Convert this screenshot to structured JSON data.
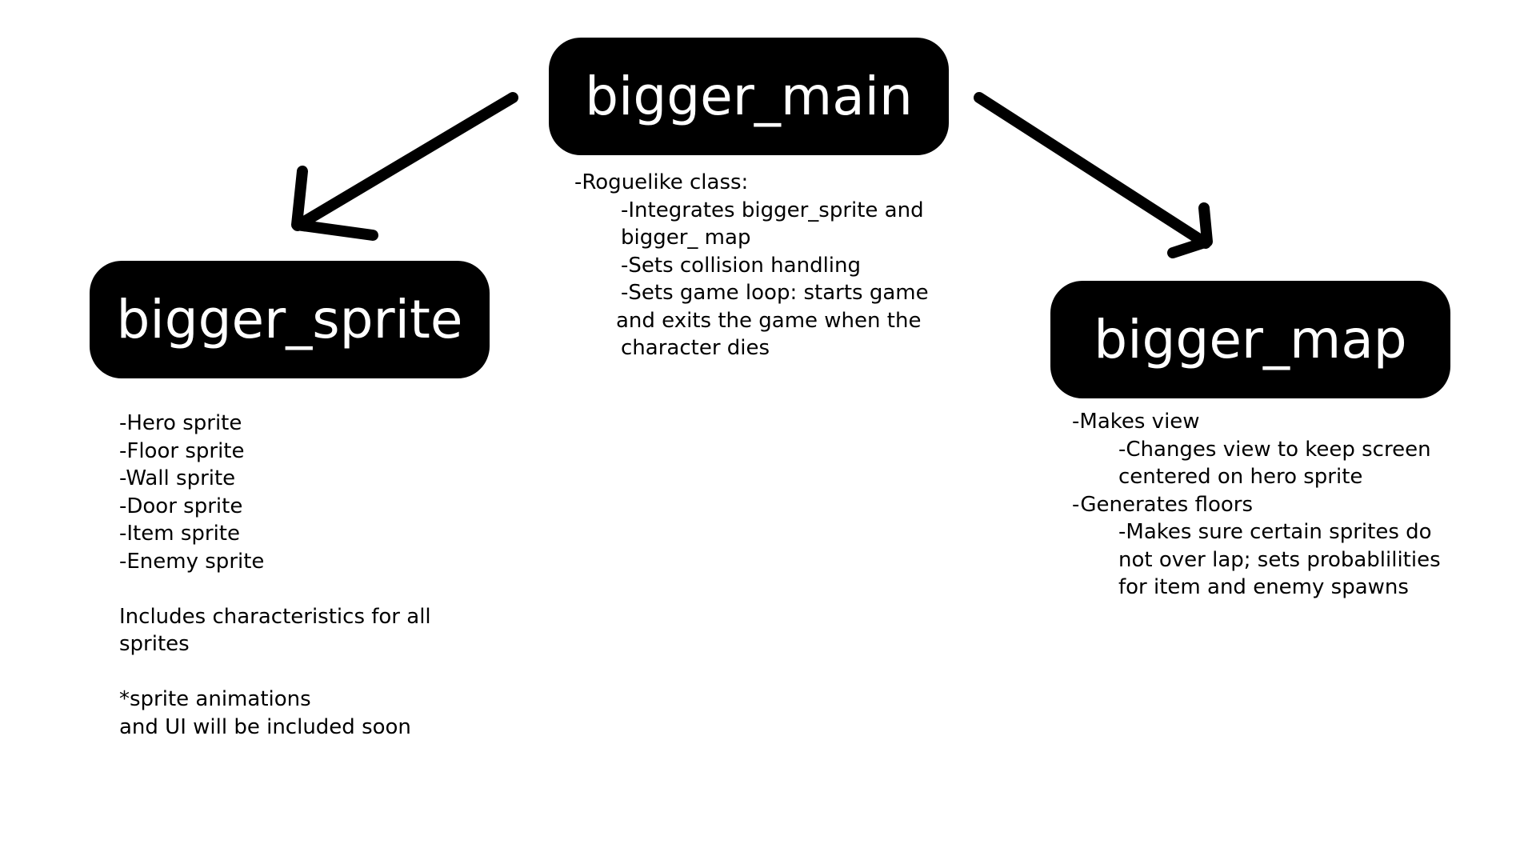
{
  "nodes": {
    "main": {
      "label": "bigger_main"
    },
    "sprite": {
      "label": "bigger_sprite"
    },
    "map": {
      "label": "bigger_map"
    }
  },
  "main_desc": {
    "line1": "-Roguelike class:",
    "line2": "-Integrates bigger_sprite and",
    "line3": "bigger_ map",
    "line4": "-Sets collision handling",
    "line5": "-Sets game loop: starts game",
    "line6": "and exits the game when the",
    "line7": "character dies"
  },
  "sprite_desc": {
    "items": [
      "-Hero sprite",
      "-Floor sprite",
      "-Wall sprite",
      "-Door sprite",
      "-Item sprite",
      "-Enemy sprite"
    ],
    "note1": "Includes characteristics for all",
    "note2": "sprites",
    "note3": "*sprite animations",
    "note4": "and UI will be included soon"
  },
  "map_desc": {
    "line1": "-Makes view",
    "line2": "-Changes view to keep screen",
    "line3": "centered on hero sprite",
    "line4": "-Generates floors",
    "line5": "-Makes sure certain sprites do",
    "line6": "not over lap; sets probablilities",
    "line7": "for item and enemy spawns"
  },
  "colors": {
    "node_fill": "#000000",
    "node_text": "#ffffff",
    "arrow": "#000000",
    "background": "#ffffff"
  }
}
